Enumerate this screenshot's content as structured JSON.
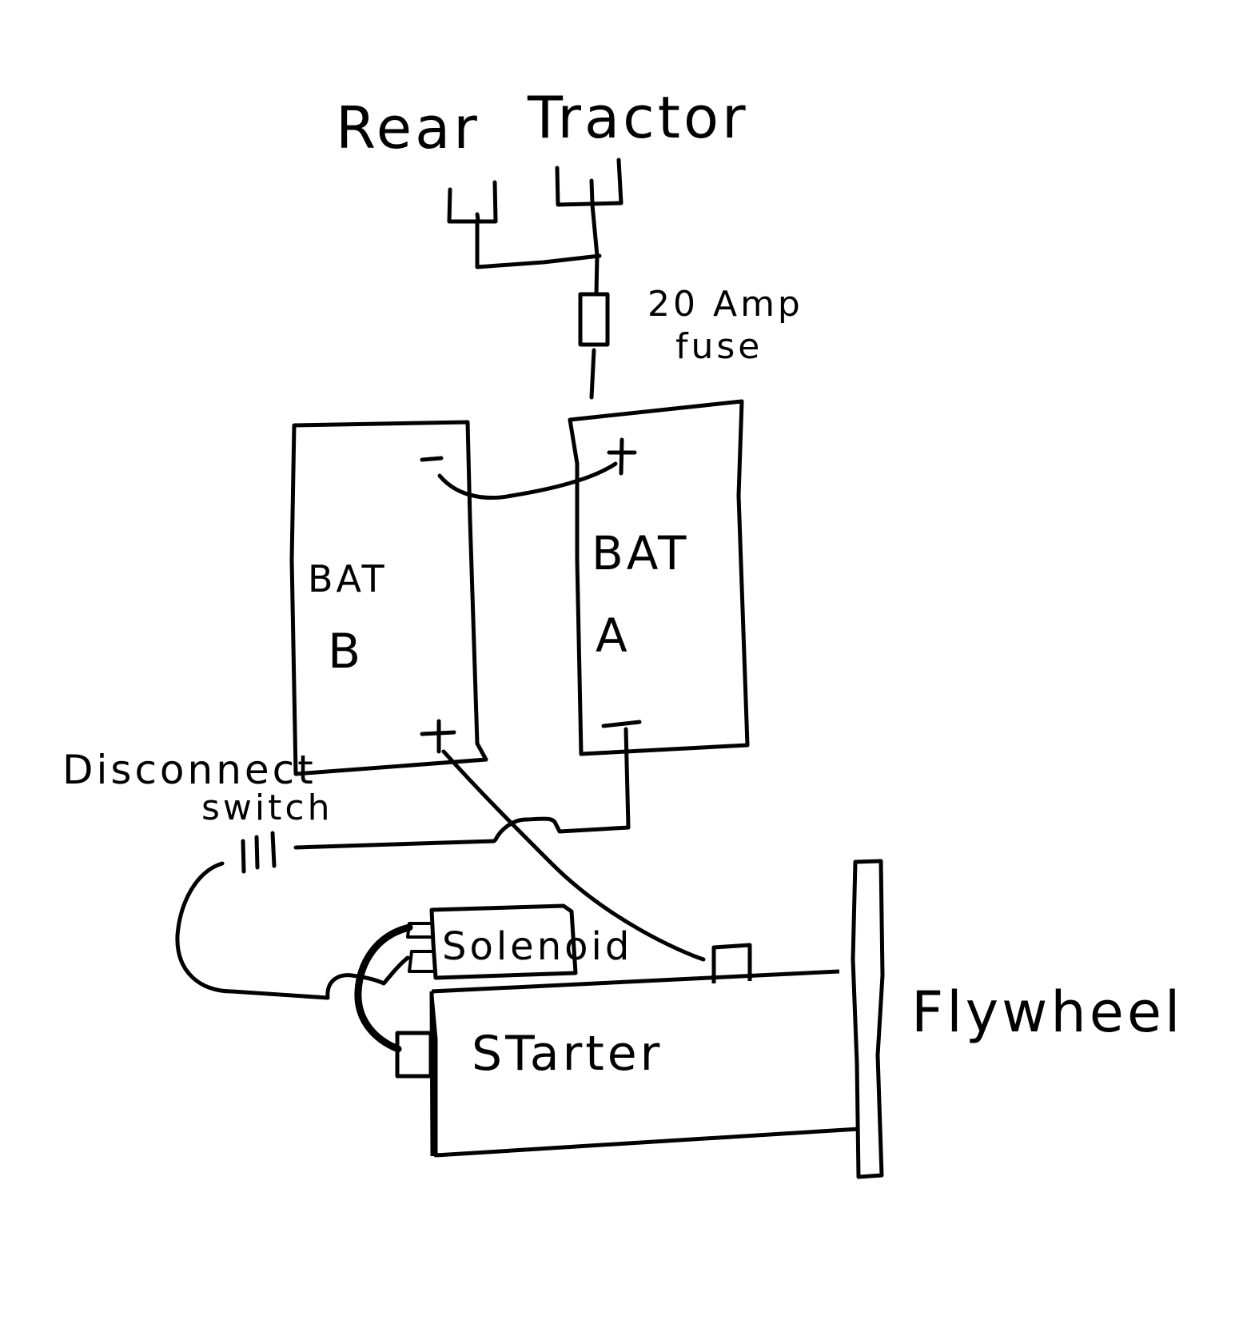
{
  "diagram": {
    "labels": {
      "rear": "Rear",
      "tractor": "Tractor",
      "fuse_rating": "20 Amp",
      "fuse_word": "fuse",
      "bat_b_line1": "BAT",
      "bat_b_line2": "B",
      "bat_a_line1": "BAT",
      "bat_a_line2": "A",
      "bat_b_neg": "−",
      "bat_b_pos": "+",
      "bat_a_pos": "+",
      "bat_a_neg": "−",
      "disconnect_line1": "Disconnect",
      "disconnect_line2": "switch",
      "solenoid": "Solenoid",
      "starter": "STarter",
      "flywheel": "Flywheel"
    },
    "components": [
      {
        "id": "rear-outlet",
        "type": "outlet",
        "label": "Rear"
      },
      {
        "id": "tractor-outlet",
        "type": "outlet",
        "label": "Tractor"
      },
      {
        "id": "fuse",
        "type": "fuse",
        "label": "20 Amp fuse"
      },
      {
        "id": "battery-b",
        "type": "battery",
        "label": "BAT B"
      },
      {
        "id": "battery-a",
        "type": "battery",
        "label": "BAT A"
      },
      {
        "id": "disconnect-switch",
        "type": "switch",
        "label": "Disconnect switch"
      },
      {
        "id": "solenoid",
        "type": "solenoid",
        "label": "Solenoid"
      },
      {
        "id": "starter",
        "type": "motor",
        "label": "Starter"
      },
      {
        "id": "flywheel",
        "type": "flywheel",
        "label": "Flywheel"
      }
    ],
    "connections": [
      {
        "from": "rear-outlet",
        "to": "fuse"
      },
      {
        "from": "tractor-outlet",
        "to": "fuse"
      },
      {
        "from": "fuse",
        "to": "battery-a +"
      },
      {
        "from": "battery-b −",
        "to": "battery-a +"
      },
      {
        "from": "battery-b +",
        "to": "starter terminal"
      },
      {
        "from": "battery-a −",
        "to": "disconnect-switch"
      },
      {
        "from": "disconnect-switch",
        "to": "solenoid"
      },
      {
        "from": "solenoid",
        "to": "starter"
      }
    ]
  }
}
